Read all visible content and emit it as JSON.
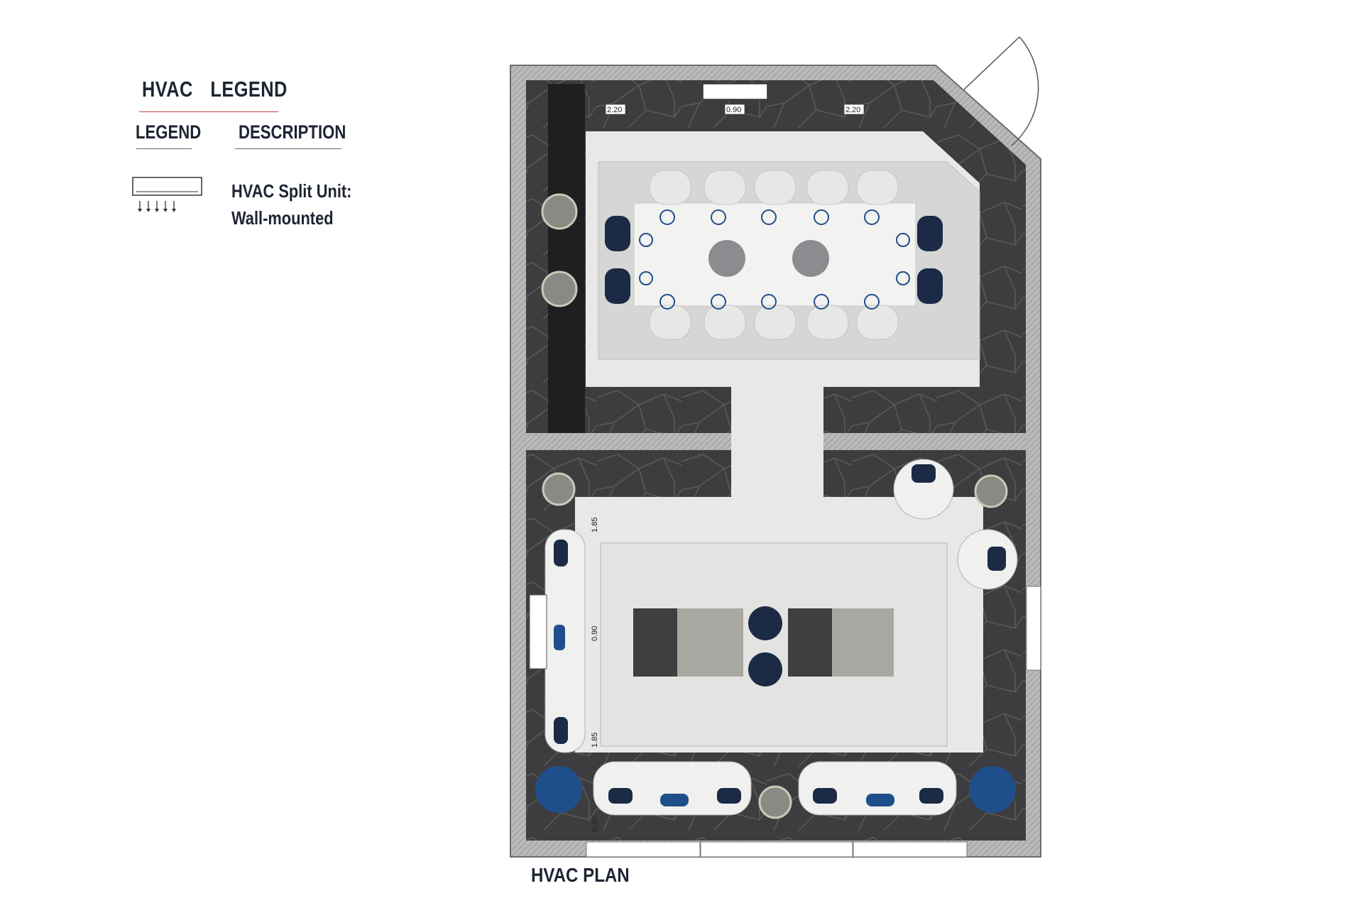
{
  "legend": {
    "title_word1": "HVAC",
    "title_word2": "LEGEND",
    "col_legend": "LEGEND",
    "col_description": "DESCRIPTION",
    "item_line1": "HVAC Split Unit:",
    "item_line2": "Wall-mounted",
    "item_icon": "wall-mounted-split-unit-icon"
  },
  "plan": {
    "title": "HVAC PLAN",
    "dims": {
      "top_left": "2.20",
      "top_center": "0.90",
      "top_right": "2.20",
      "side_top": "1.85",
      "side_mid": "0.90",
      "side_bottom": "1.85",
      "bottom_left": "0.30"
    }
  },
  "colors": {
    "wall": "#8c8c8c",
    "dark_floor": "#3b3b3d",
    "light_floor": "#e6e6e4",
    "rug": "#d9d9d7",
    "navy": "#1b2a45",
    "accent_blue": "#1f4f8a"
  }
}
